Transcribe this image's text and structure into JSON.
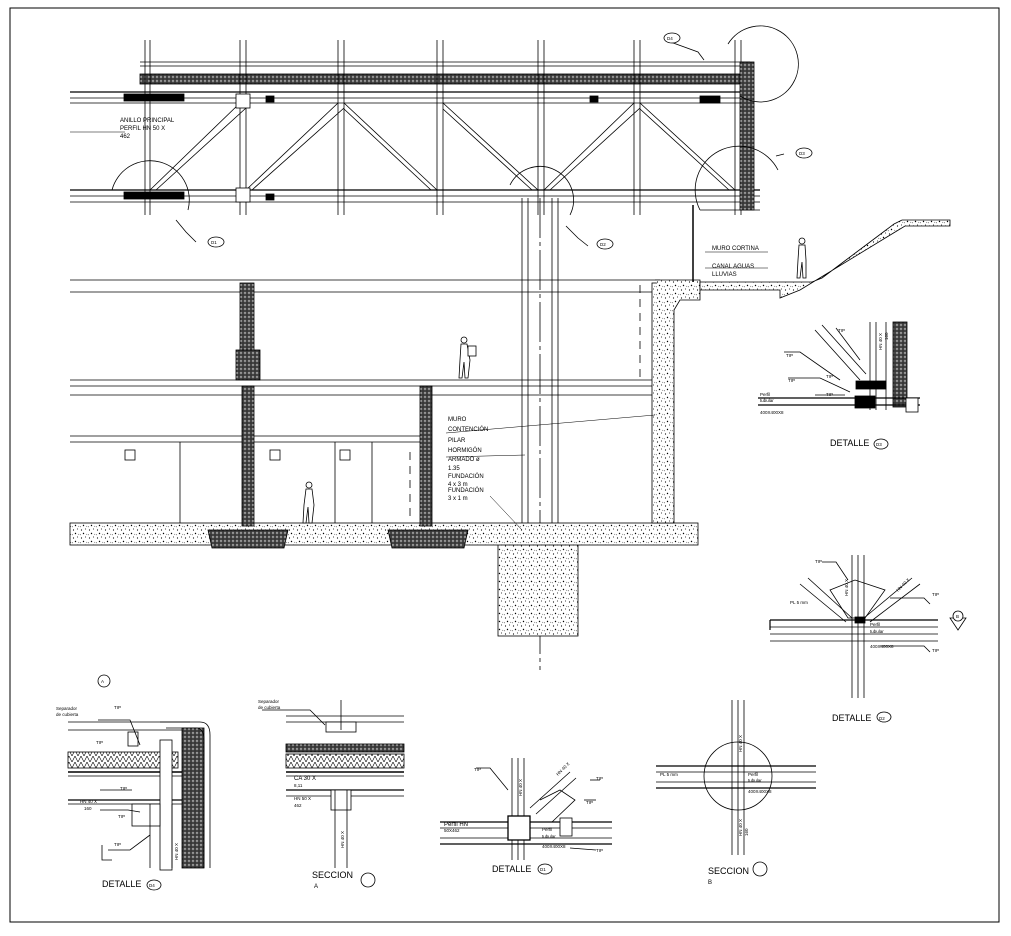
{
  "main_section": {
    "labels": {
      "anillo_1": "ANILLO PRINCIPAL",
      "anillo_2": "PERFIL HN 50 X",
      "anillo_3": "462",
      "muro_cortina": "MURO CORTINA",
      "canal_1": "CANAL AGUAS",
      "canal_2": "LLUVIAS",
      "muro_1": "MURO",
      "muro_2": "CONTENCIÓN",
      "pilar_1": "PILAR",
      "pilar_2": "HORMIGÓN",
      "pilar_3": "ARMADO ø",
      "pilar_4": "1.35",
      "fund1_1": "FUNDACIÓN",
      "fund1_2": "4 x 3 m",
      "fund2_1": "FUNDACIÓN",
      "fund2_2": "3 x 1 m"
    },
    "callouts": {
      "d4": "D4",
      "d3": "D3",
      "d2": "D2",
      "d1": "D1"
    }
  },
  "detalle_d3": {
    "title": "DETALLE",
    "num": "D3",
    "tags": [
      "TIP",
      "TIP",
      "TIP",
      "TIP",
      "TIP"
    ],
    "perfil": "Perfil",
    "perfil2": "tubular",
    "perfil3": "400X400X8",
    "ref1": "HN 40 X",
    "ref2": "160"
  },
  "detalle_d2": {
    "title": "DETALLE",
    "num": "D2",
    "tags": [
      "TIP",
      "TIP",
      "TIP"
    ],
    "pl": "PL 5 mm",
    "perfil": "Perfil",
    "perfil2": "tubular",
    "perfil3": "400X400X8",
    "marker": "B",
    "ref1": "HN 40 X",
    "ref2": "HN 40 X"
  },
  "detalle_d4": {
    "title": "DETALLE",
    "num": "D4",
    "marker": "A",
    "sep1": "Separador",
    "sep2": "de cubierta",
    "tags": [
      "TIP",
      "TIP",
      "TIP",
      "TIP",
      "TIP"
    ],
    "hn1": "HN 40 X",
    "hn2": "160",
    "ref": "HN 40 X"
  },
  "seccion_a": {
    "title": "SECCION",
    "letter": "A",
    "sep1": "Separador",
    "sep2": "de cubierta",
    "ca1": "CA 30 X",
    "ca2": "8,11",
    "hn1": "HN 50 X",
    "hn2": "462",
    "ref": "HN 40 X"
  },
  "detalle_d1": {
    "title": "DETALLE",
    "num": "D1",
    "tags": [
      "TIP",
      "TIP",
      "TIP",
      "TIP"
    ],
    "perfil_hn": "Perfil HN",
    "perfil_hn2": "50X462",
    "perfil": "Perfil",
    "perfil2": "tubular",
    "perfil3": "400X400X8",
    "ref1": "HN 40 X",
    "ref2": "HN 40 X"
  },
  "seccion_b": {
    "title": "SECCION",
    "letter": "B",
    "pl": "PL 5 mm",
    "perfil": "Perfil",
    "perfil2": "tubular",
    "perfil3": "400X400X8",
    "ref1": "HN 40 X",
    "ref2": "HN 40 X",
    "ref3": "160"
  }
}
